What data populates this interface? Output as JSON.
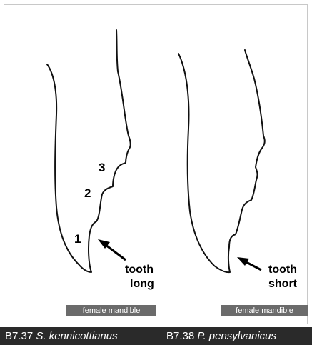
{
  "left_specimen": {
    "tooth_numbers": [
      "1",
      "2",
      "3"
    ],
    "annotation_line1": "tooth",
    "annotation_line2": "long",
    "badge": "female mandible",
    "caption_code": "B7.37",
    "caption_species": "S. kennicottianus"
  },
  "right_specimen": {
    "annotation_line1": "tooth",
    "annotation_line2": "short",
    "badge": "female mandible",
    "caption_code": "B7.38",
    "caption_species": "P. pensylvanicus"
  },
  "colors": {
    "outline": "#111111",
    "badge_background": "#6b6b6b",
    "caption_background": "#2a2a2a",
    "caption_text": "#ffffff"
  }
}
